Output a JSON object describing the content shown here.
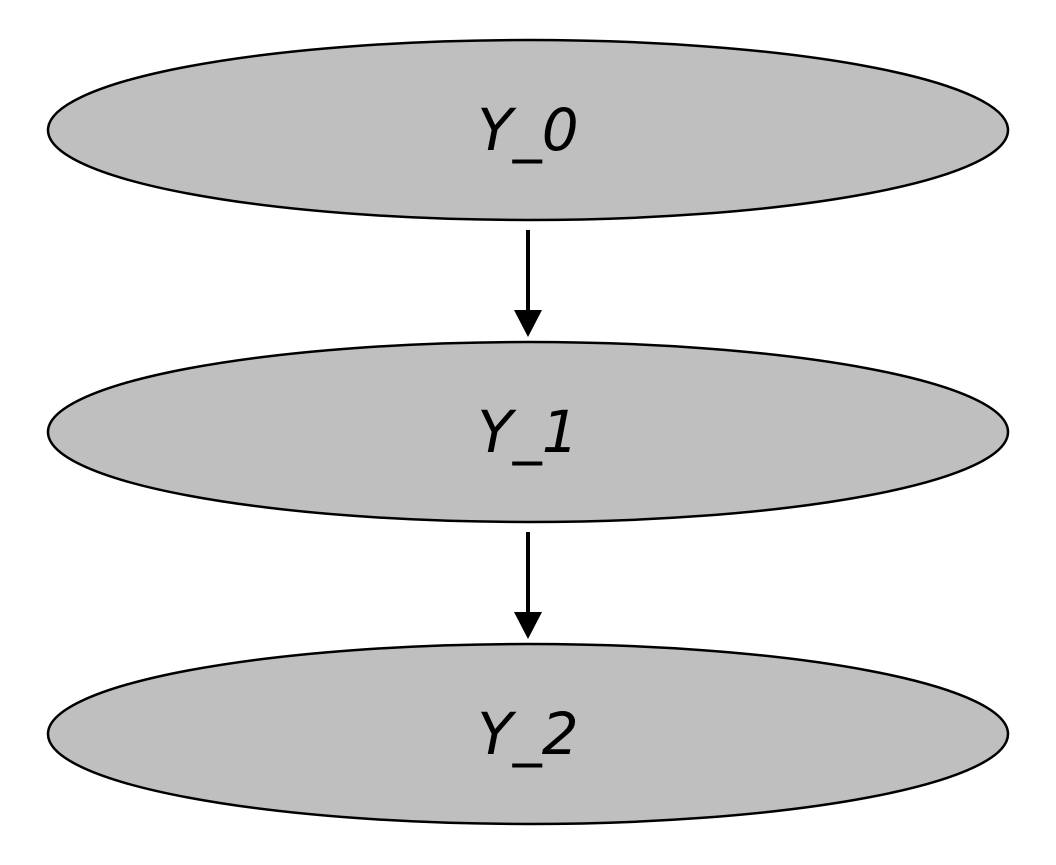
{
  "diagram": {
    "type": "directed-graph",
    "node_fill": "#bfbfbf",
    "nodes": [
      {
        "id": "y0",
        "label": "Y_0"
      },
      {
        "id": "y1",
        "label": "Y_1"
      },
      {
        "id": "y2",
        "label": "Y_2"
      }
    ],
    "edges": [
      {
        "from": "y0",
        "to": "y1"
      },
      {
        "from": "y1",
        "to": "y2"
      }
    ]
  }
}
